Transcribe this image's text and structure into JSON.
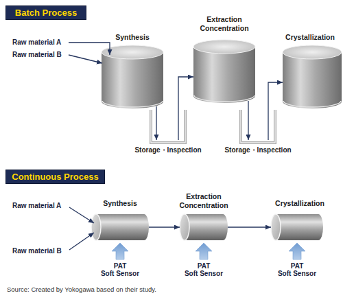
{
  "diagram": {
    "caption": "Source: Created by Yokogawa based on their study.",
    "nodes": [
      {
        "text": [
          "Batch Process"
        ]
      },
      {
        "text": [
          "Synthesis"
        ]
      },
      {
        "text": [
          "Storage・Inspection"
        ]
      },
      {
        "text": [
          "Extraction Concentration"
        ]
      },
      {
        "text": [
          "Storage・Inspection"
        ]
      },
      {
        "text": [
          "Crystallization"
        ]
      },
      {
        "text": [
          "Continuous Process"
        ]
      },
      {
        "text": [
          "Synthesis"
        ]
      },
      {
        "text": [
          "Extraction Concentration"
        ]
      },
      {
        "text": [
          "Crystallization"
        ]
      }
    ],
    "edges": [
      {
        "from": 1,
        "to": 2,
        "arrow": "to"
      },
      {
        "from": 2,
        "to": 3,
        "arrow": "to"
      },
      {
        "from": 3,
        "to": 4,
        "arrow": "to"
      },
      {
        "from": 4,
        "to": 5,
        "arrow": "to"
      },
      {
        "from": 7,
        "to": 8,
        "arrow": "to"
      },
      {
        "from": 8,
        "to": 9,
        "arrow": "to"
      }
    ],
    "labels": [
      "Raw material A",
      "Raw material B",
      "Raw material A",
      "Raw material B",
      "PAT Soft Sensor",
      "PAT Soft Sensor",
      "PAT Soft Sensor"
    ]
  }
}
